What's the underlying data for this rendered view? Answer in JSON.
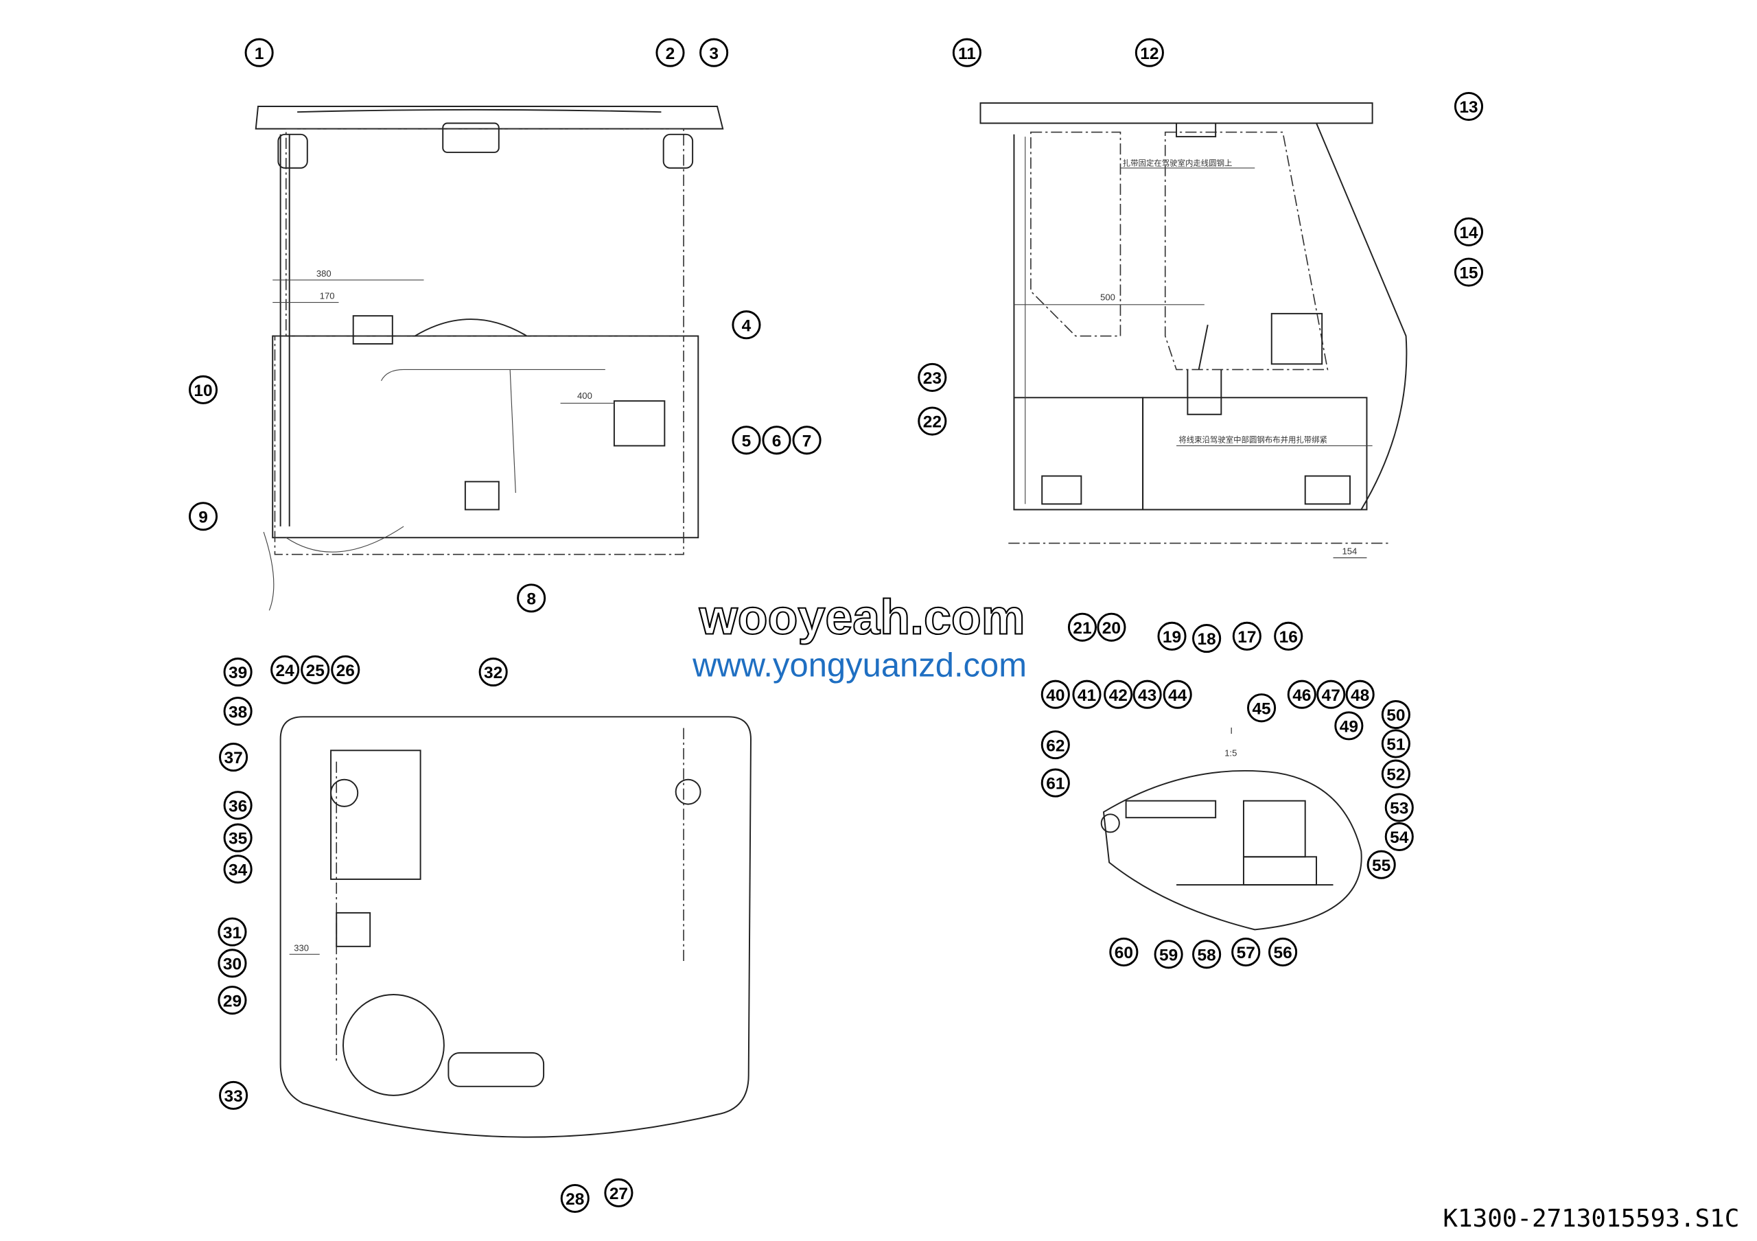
{
  "drawing_code": "K1300-2713015593.S1C",
  "watermarks": {
    "outline": "wooyeah.com",
    "blue": "www.yongyuanzd.com"
  },
  "dimensions": {
    "front_380": "380",
    "front_170": "170",
    "front_400": "400",
    "side_500": "500",
    "side_154": "154",
    "top_330": "330",
    "detail_label": "I",
    "detail_scale": "1:5"
  },
  "notes": {
    "side_upper": "扎带固定在驾驶室内走线圆钢上",
    "side_lower": "将线束沿驾驶室中部圆钢布布并用扎带绑紧"
  },
  "balloons": [
    "1",
    "2",
    "3",
    "4",
    "5",
    "6",
    "7",
    "8",
    "9",
    "10",
    "11",
    "12",
    "13",
    "14",
    "15",
    "16",
    "17",
    "18",
    "19",
    "20",
    "21",
    "22",
    "23",
    "24",
    "25",
    "26",
    "27",
    "28",
    "29",
    "30",
    "31",
    "32",
    "33",
    "34",
    "35",
    "36",
    "37",
    "38",
    "39",
    "40",
    "41",
    "42",
    "43",
    "44",
    "45",
    "46",
    "47",
    "48",
    "49",
    "50",
    "51",
    "52",
    "53",
    "54",
    "55",
    "56",
    "57",
    "58",
    "59",
    "60",
    "61",
    "62"
  ],
  "colors": {
    "watermark_blue": "#1f6fc2",
    "line": "#222222"
  }
}
